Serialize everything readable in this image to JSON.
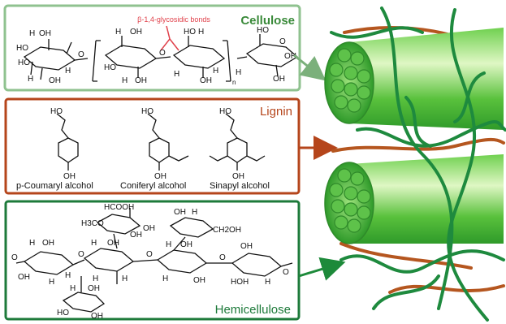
{
  "panels": {
    "cellulose": {
      "title": "Cellulose",
      "bond_label": "β-1,4-glycosidic bonds",
      "repeat_subscript": "n",
      "color": "#3a8a3a"
    },
    "lignin": {
      "title": "Lignin",
      "color": "#b5451b",
      "monomers": [
        {
          "name": "p-Coumaryl alcohol",
          "top": "HO",
          "bottom": "OH"
        },
        {
          "name": "Coniferyl alcohol",
          "top": "HO",
          "bottom": "OH"
        },
        {
          "name": "Sinapyl alcohol",
          "top": "HO",
          "bottom": "OH"
        }
      ]
    },
    "hemicellulose": {
      "title": "Hemicellulose",
      "color": "#1d7a3a",
      "labels": {
        "cooh": "HCOOH",
        "methoxy": "H3CO",
        "ch2oh": "CH2OH"
      }
    }
  },
  "colors": {
    "fiber_green": "#3fb33f",
    "fiber_light": "#c8f0a8",
    "hemicellulose_strand": "#1e8a3e",
    "lignin_strand": "#b5561f",
    "panel_bg": "#ffffff"
  }
}
